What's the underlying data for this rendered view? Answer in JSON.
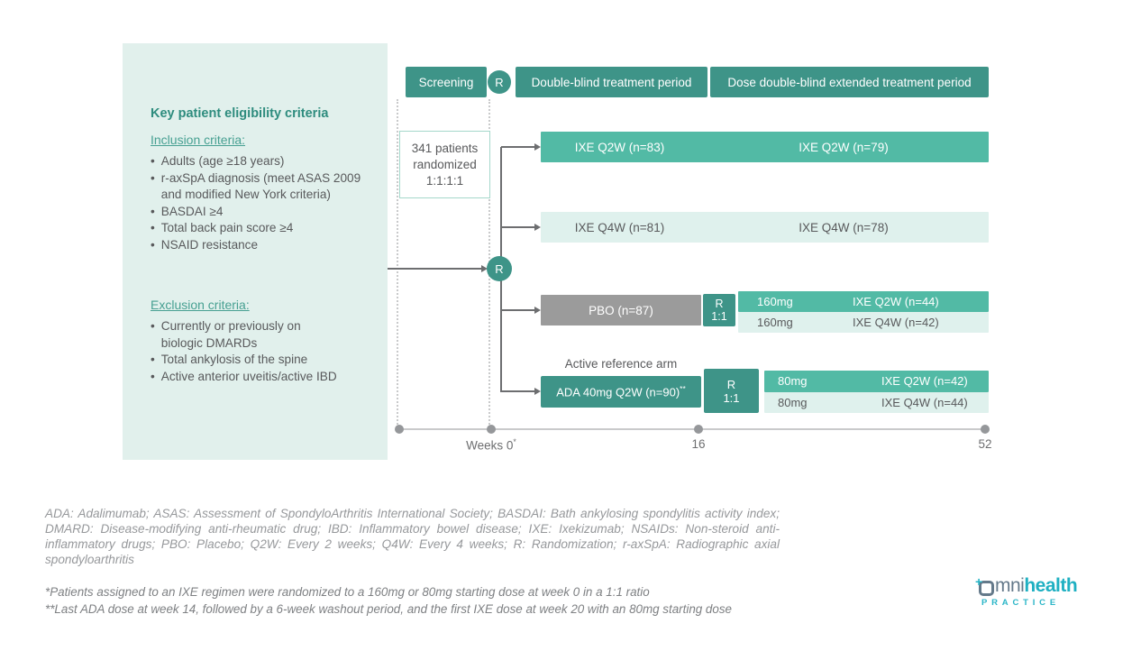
{
  "colors": {
    "teal_dark": "#3E9488",
    "teal_mid": "#52BAA5",
    "teal_pale": "#DFF1ED",
    "panel_bg": "#E1F0EC",
    "pbo_gray": "#9B9B9B",
    "text_gray": "#58595B",
    "heading_teal": "#2E8C7E",
    "logo_gray": "#64798A",
    "logo_cyan": "#1FB0C2"
  },
  "eligibility": {
    "title": "Key patient eligibility criteria",
    "inclusion_heading": "Inclusion criteria:",
    "inclusion_items": [
      "Adults (age ≥18 years)",
      "r-axSpA diagnosis (meet ASAS 2009\nand modified New York criteria)",
      "BASDAI ≥4",
      "Total back pain score ≥4",
      "NSAID resistance"
    ],
    "exclusion_heading": "Exclusion criteria:",
    "exclusion_items": [
      "Currently or previously on\nbiologic DMARDs",
      "Total ankylosis of the spine",
      "Active anterior uveitis/active IBD"
    ]
  },
  "phases": {
    "screening": "Screening",
    "randomization_symbol": "R",
    "double_blind": "Double-blind treatment period",
    "extended": "Dose double-blind extended treatment period"
  },
  "randomized_box": {
    "text": "341 patients\nrandomized\n1:1:1:1"
  },
  "arms": {
    "row1": {
      "period1": "IXE Q2W (n=83)",
      "period2": "IXE Q2W (n=79)"
    },
    "row2": {
      "period1": "IXE Q4W (n=81)",
      "period2": "IXE Q4W (n=78)"
    },
    "row3": {
      "pbo": "PBO (n=87)",
      "r_label": "R",
      "ratio": "1:1",
      "rerand": [
        {
          "dose": "160mg",
          "label": "IXE Q2W (n=44)"
        },
        {
          "dose": "160mg",
          "label": "IXE Q4W (n=42)"
        }
      ]
    },
    "row4": {
      "caption": "Active reference arm",
      "ada": "ADA 40mg Q2W (n=90)",
      "ada_sup": "**",
      "r_label": "R",
      "ratio": "1:1",
      "rerand": [
        {
          "dose": "80mg",
          "label": "IXE Q2W (n=42)"
        },
        {
          "dose": "80mg",
          "label": "IXE Q4W (n=44)"
        }
      ]
    }
  },
  "timeline": {
    "label0": "Weeks 0",
    "label0_sup": "*",
    "label16": "16",
    "label52": "52"
  },
  "footer": {
    "abbreviations": "ADA: Adalimumab; ASAS: Assessment of SpondyloArthritis International Society; BASDAI: Bath ankylosing spondylitis activity index; DMARD: Disease-modifying anti-rheumatic drug; IBD: Inflammatory bowel disease; IXE: Ixekizumab; NSAIDs: Non-steroid anti-inflammatory drugs; PBO: Placebo; Q2W: Every 2 weeks; Q4W: Every 4 weeks; R: Randomization; r-axSpA: Radiographic axial spondyloarthritis",
    "footnote1": "*Patients assigned to an IXE regimen were randomized to a 160mg or 80mg starting dose at week 0 in a 1:1 ratio",
    "footnote2": "**Last ADA dose at week 14, followed by a 6-week washout period, and the first IXE dose at week 20 with an 80mg starting dose"
  },
  "logo": {
    "plus": "+",
    "part1": "mni",
    "part2": "health",
    "subtitle": "PRACTICE"
  }
}
